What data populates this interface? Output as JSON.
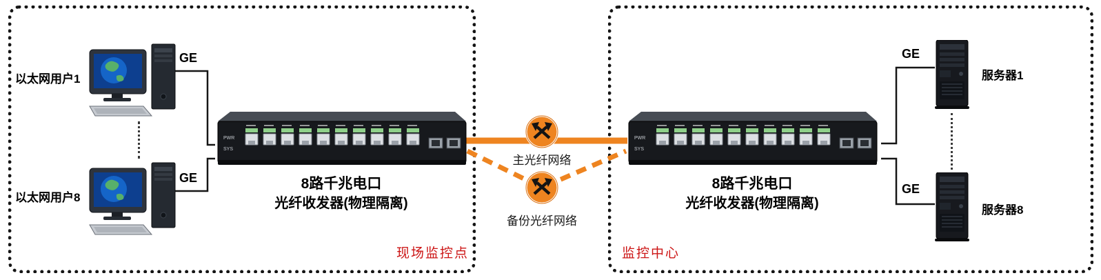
{
  "zones": {
    "field": {
      "label": "现场监控点",
      "users": [
        {
          "name": "以太网用户1",
          "link": "GE"
        },
        {
          "name": "以太网用户8",
          "link": "GE"
        }
      ],
      "device": {
        "title": "8路千兆电口",
        "subtitle": "光纤收发器(物理隔离)"
      }
    },
    "center": {
      "label": "监控中心",
      "servers": [
        {
          "name": "服务器1",
          "link": "GE"
        },
        {
          "name": "服务器8",
          "link": "GE"
        }
      ],
      "device": {
        "title": "8路千兆电口",
        "subtitle": "光纤收发器(物理隔离)"
      }
    }
  },
  "links": {
    "main_fiber_label": "主光纤网络",
    "backup_fiber_label": "备份光纤网络"
  },
  "device_panel": {
    "pwr": "PWR",
    "sys": "SYS"
  },
  "colors": {
    "fiber_orange": "#EE8420",
    "zone_label_red": "#CC1414",
    "wire_black": "#161616"
  }
}
